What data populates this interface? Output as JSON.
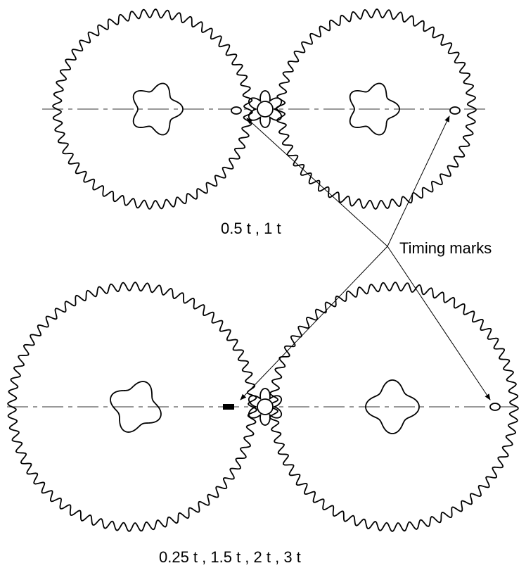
{
  "labels": {
    "top_caption": "0.5 t , 1 t",
    "bottom_caption": "0.25 t , 1.5 t , 2 t , 3 t",
    "callout": "Timing marks"
  },
  "colors": {
    "ink": "#000000",
    "background": "#ffffff"
  }
}
